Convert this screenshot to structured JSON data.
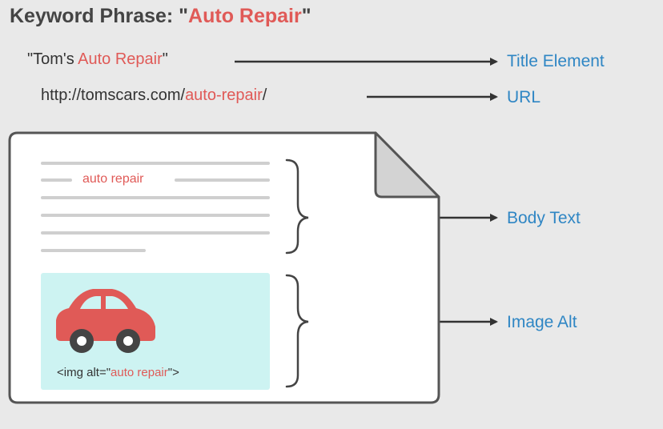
{
  "heading": {
    "prefix": "Keyword Phrase: \"",
    "keyword": "Auto Repair",
    "suffix": "\""
  },
  "title_line": {
    "prefix": "\"Tom's ",
    "keyword": "Auto Repair",
    "suffix": "\""
  },
  "url_line": {
    "prefix": "http://tomscars.com/",
    "keyword": "auto-repair",
    "suffix": "/"
  },
  "labels": {
    "title_element": "Title Element",
    "url": "URL",
    "body_text": "Body Text",
    "image_alt": "Image Alt"
  },
  "document": {
    "body_keyword": "auto repair",
    "alt_prefix": "<img alt=\"",
    "alt_keyword": "auto repair",
    "alt_suffix": "\">"
  },
  "colors": {
    "accent": "#e05a57",
    "label_blue": "#2f86c4",
    "arrow": "#333333",
    "doc_outline": "#555555",
    "text_lines": "#cfcfcf",
    "image_bg": "#cdf3f2",
    "car_body": "#e05a57",
    "car_window": "#cdf3f2",
    "wheel": "#444444",
    "fold": "#d3d3d3"
  },
  "icons": {
    "car": "car-icon",
    "brace": "curly-brace",
    "arrow": "arrow-right"
  }
}
